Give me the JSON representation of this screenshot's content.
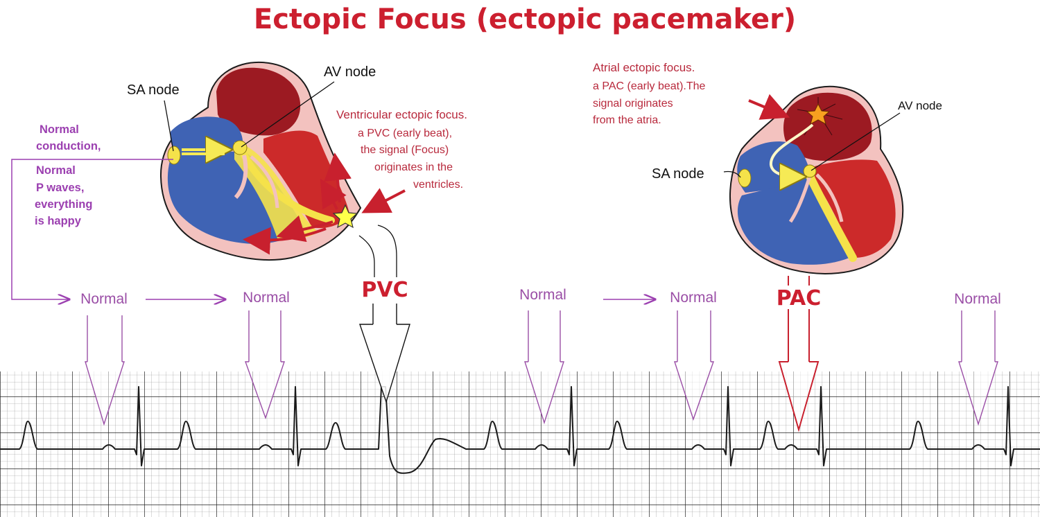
{
  "title": "Ectopic Focus (ectopic pacemaker)",
  "colors": {
    "title": "#cc1f2f",
    "note_red": "#b8293c",
    "purple": "#9b3fb0",
    "label_purple": "#9a4ea6",
    "heart_blue": "#3f63b4",
    "heart_red": "#cc2a2a",
    "heart_dark": "#9c1a22",
    "heart_skin": "#f3c2bf",
    "heart_yellow": "#f5e24a",
    "grid": "#222222"
  },
  "left_heart": {
    "sa_label": "SA node",
    "av_label": "AV node",
    "normal_note": [
      "Normal",
      "conduction,",
      "Normal",
      "P waves,",
      "everything",
      "is happy"
    ],
    "ventricular_note": [
      "Ventricular ectopic focus.",
      "a PVC (early beat),",
      "the signal (Focus)",
      "originates in the",
      "ventricles."
    ]
  },
  "right_heart": {
    "sa_label": "SA node",
    "av_label": "AV node",
    "atrial_note": [
      "Atrial ectopic focus.",
      "a PAC (early beat).The",
      "signal originates",
      "from the atria."
    ]
  },
  "beats": [
    {
      "label": "Normal",
      "kind": "normal"
    },
    {
      "label": "Normal",
      "kind": "normal"
    },
    {
      "label": "PVC",
      "kind": "pvc"
    },
    {
      "label": "Normal",
      "kind": "normal"
    },
    {
      "label": "Normal",
      "kind": "normal"
    },
    {
      "label": "PAC",
      "kind": "pac"
    },
    {
      "label": "Normal",
      "kind": "normal"
    }
  ]
}
